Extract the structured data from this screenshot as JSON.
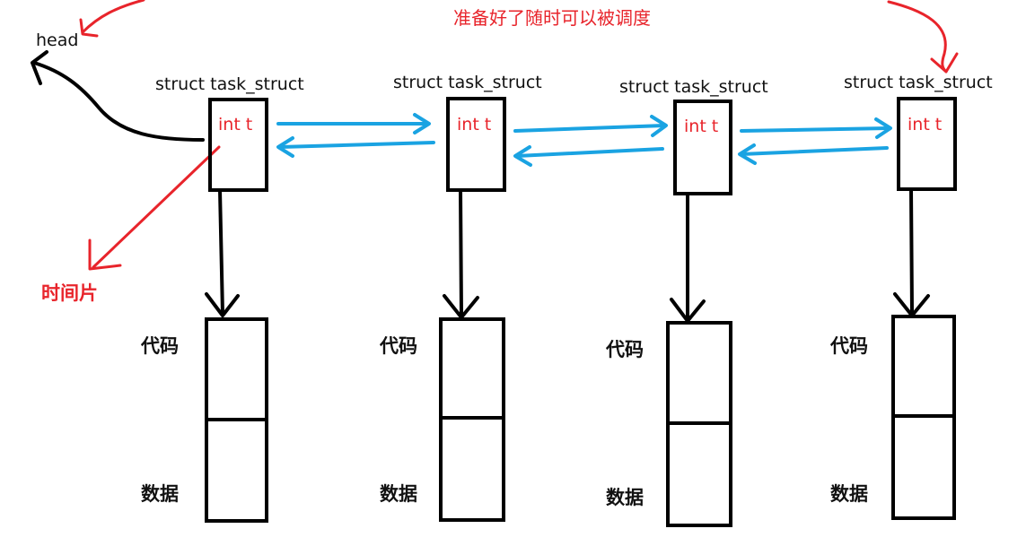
{
  "colors": {
    "annotation_red": "#e8242b",
    "link_blue": "#1aa3e2",
    "ink": "#000000"
  },
  "head_label": "head",
  "ready_note": "准备好了随时可以被调度",
  "timeslice_label": "时间片",
  "nodes": [
    {
      "struct_label": "struct task_struct",
      "field_label": "int t",
      "code_label": "代码",
      "data_label": "数据"
    },
    {
      "struct_label": "struct task_struct",
      "field_label": "int t",
      "code_label": "代码",
      "data_label": "数据"
    },
    {
      "struct_label": "struct task_struct",
      "field_label": "int t",
      "code_label": "代码",
      "data_label": "数据"
    },
    {
      "struct_label": "struct task_struct",
      "field_label": "int t",
      "code_label": "代码",
      "data_label": "数据"
    }
  ]
}
